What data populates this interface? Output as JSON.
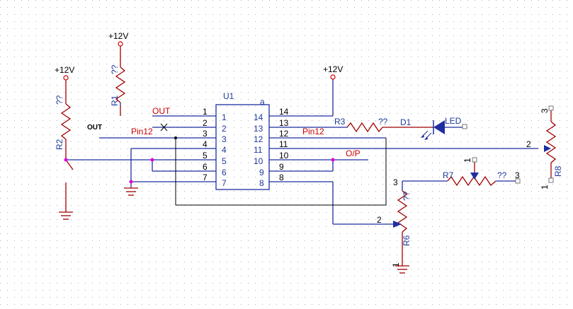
{
  "colors": {
    "wire": "#1e2ea0",
    "component": "#a00000",
    "text_red": "#cc0000",
    "text_blue": "#1e3a9c",
    "junction": "#dd00dd",
    "grid_dot": "#b0b0b0",
    "background": "#ffffff"
  },
  "power": {
    "p1": "+12V",
    "p2": "+12V",
    "p3": "+12V"
  },
  "ic": {
    "ref": "U1",
    "value": "a",
    "left_pins": [
      "1",
      "2",
      "3",
      "4",
      "5",
      "6",
      "7"
    ],
    "right_pins": [
      "14",
      "13",
      "12",
      "11",
      "10",
      "9",
      "8"
    ]
  },
  "components": {
    "r1": {
      "ref": "R1",
      "value": "??"
    },
    "r2": {
      "ref": "R2",
      "value": "??"
    },
    "r3": {
      "ref": "R3",
      "value": "??"
    },
    "d1": {
      "ref": "D1",
      "value": "LED"
    },
    "r6": {
      "ref": "R6",
      "value": "??",
      "pin_a": "3",
      "pin_b": "2",
      "pin_c": "1"
    },
    "r7": {
      "ref": "R7",
      "value": "??",
      "pin_a": "1",
      "pin_c": "3"
    },
    "r8": {
      "ref": "R8",
      "pin_a": "3",
      "pin_b": "2",
      "pin_c": "1"
    }
  },
  "nets": {
    "out_label": "OUT",
    "out_net": "OUT",
    "pin12_left": "Pin12",
    "pin12_right": "Pin12",
    "op": "O/P"
  }
}
